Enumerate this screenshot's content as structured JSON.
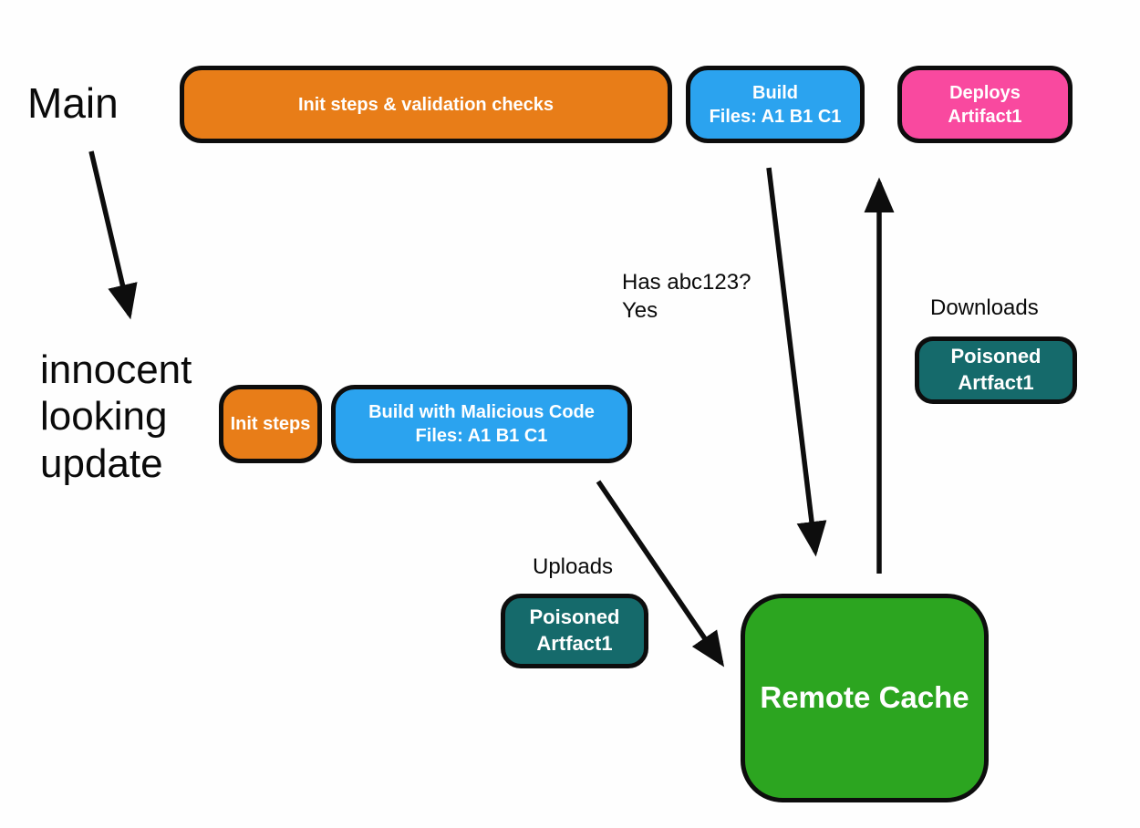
{
  "colors": {
    "background": "#fefefe",
    "outline": "#0d0d0d",
    "orange": "#e87d18",
    "blue": "#2ba3ef",
    "pink": "#f9499f",
    "teal": "#156a6b",
    "green": "#2ca520",
    "text": "#0a0a0a",
    "node_text": "#ffffff",
    "arrow": "#0d0d0d"
  },
  "labels": {
    "main": "Main",
    "innocent_update": "innocent\nlooking\nupdate",
    "has_abc": "Has abc123?\nYes",
    "downloads": "Downloads",
    "uploads": "Uploads"
  },
  "nodes": {
    "init_validation": "Init steps & validation checks",
    "build": "Build\nFiles: A1 B1 C1",
    "deploys": "Deploys\nArtifact1",
    "init_steps": "Init steps",
    "build_malicious": "Build with Malicious Code\nFiles: A1 B1 C1",
    "poisoned_download": "Poisoned\nArtfact1",
    "poisoned_upload": "Poisoned\nArtfact1",
    "remote_cache": "Remote Cache"
  }
}
